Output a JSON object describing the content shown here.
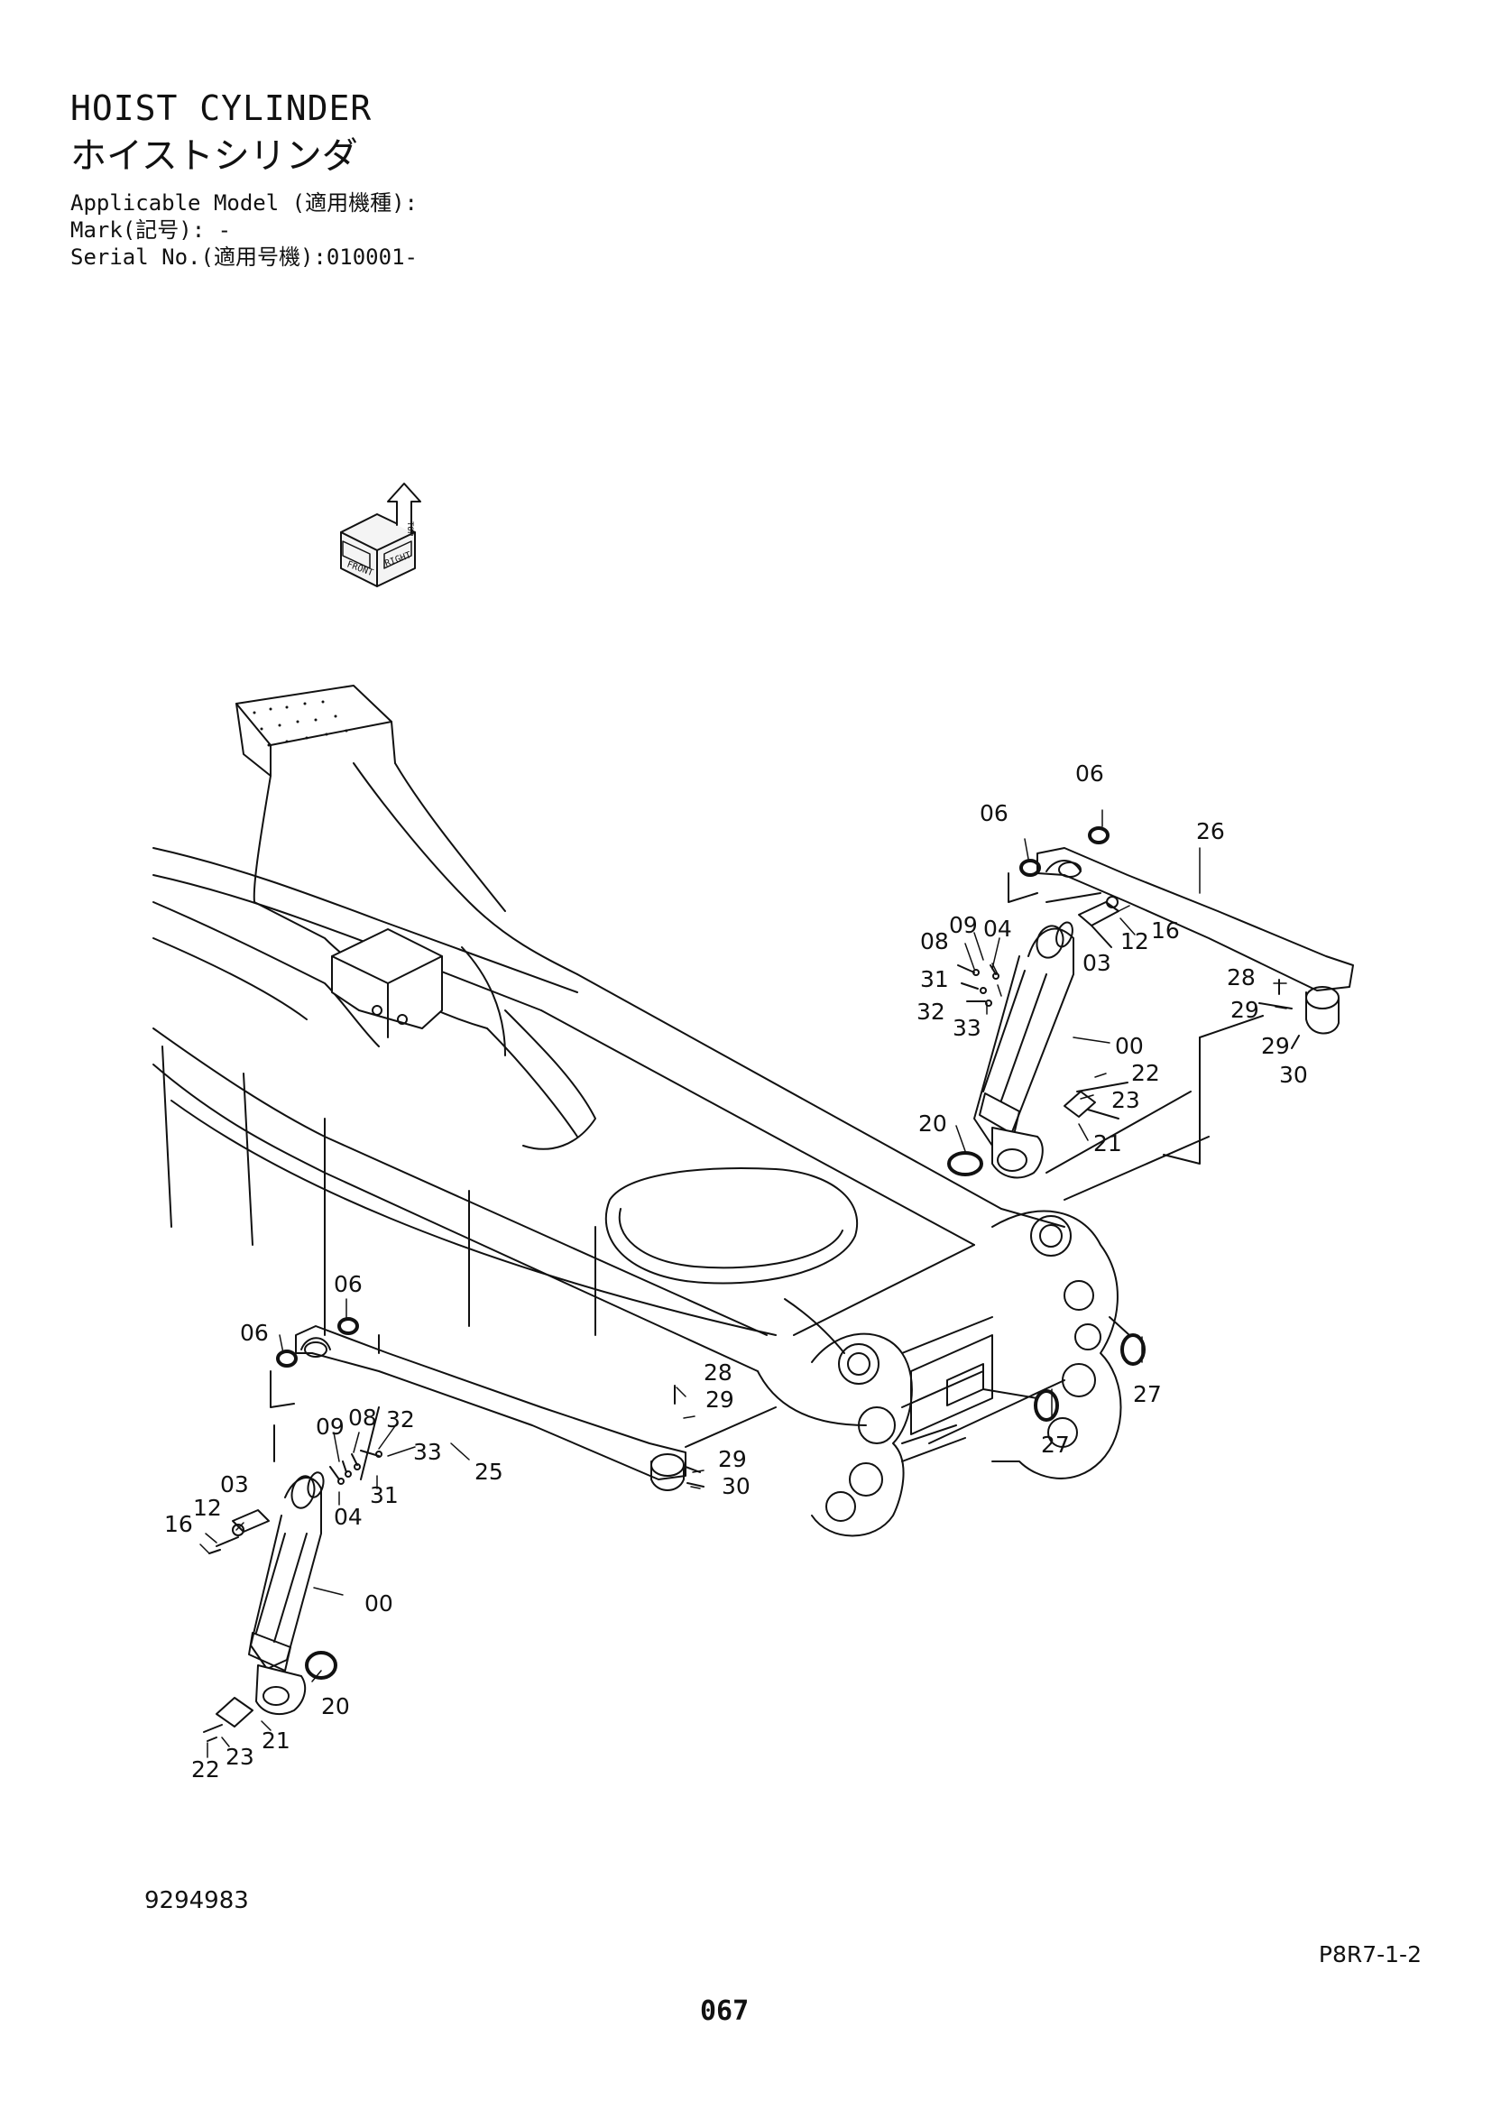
{
  "header": {
    "title_en": "HOIST CYLINDER",
    "title_jp": "ホイストシリンダ",
    "applicable_model": "Applicable Model (適用機種):",
    "mark": "Mark(記号): -",
    "serial": "Serial No.(適用号機):010001-"
  },
  "orientation_icon": {
    "labels": [
      "FRONT",
      "TOP",
      "RIGHT"
    ]
  },
  "callouts": [
    {
      "id": "c-06-r1",
      "text": "06"
    },
    {
      "id": "c-06-r2",
      "text": "06"
    },
    {
      "id": "c-26",
      "text": "26"
    },
    {
      "id": "c-08-r",
      "text": "08"
    },
    {
      "id": "c-09-r",
      "text": "09"
    },
    {
      "id": "c-04-r",
      "text": "04"
    },
    {
      "id": "c-12-r",
      "text": "12"
    },
    {
      "id": "c-16-r",
      "text": "16"
    },
    {
      "id": "c-03-r",
      "text": "03"
    },
    {
      "id": "c-31-r",
      "text": "31"
    },
    {
      "id": "c-32-r",
      "text": "32"
    },
    {
      "id": "c-33-r",
      "text": "33"
    },
    {
      "id": "c-28-r",
      "text": "28"
    },
    {
      "id": "c-29-r1",
      "text": "29"
    },
    {
      "id": "c-00-r",
      "text": "00"
    },
    {
      "id": "c-29-r2",
      "text": "29"
    },
    {
      "id": "c-30-r",
      "text": "30"
    },
    {
      "id": "c-22-r",
      "text": "22"
    },
    {
      "id": "c-23-r",
      "text": "23"
    },
    {
      "id": "c-20-r",
      "text": "20"
    },
    {
      "id": "c-21-r",
      "text": "21"
    },
    {
      "id": "c-06-l1",
      "text": "06"
    },
    {
      "id": "c-06-l2",
      "text": "06"
    },
    {
      "id": "c-28-l",
      "text": "28"
    },
    {
      "id": "c-29-l1",
      "text": "29"
    },
    {
      "id": "c-27-a",
      "text": "27"
    },
    {
      "id": "c-27-b",
      "text": "27"
    },
    {
      "id": "c-09-l",
      "text": "09"
    },
    {
      "id": "c-08-l",
      "text": "08"
    },
    {
      "id": "c-32-l",
      "text": "32"
    },
    {
      "id": "c-33-l",
      "text": "33"
    },
    {
      "id": "c-25",
      "text": "25"
    },
    {
      "id": "c-29-l2",
      "text": "29"
    },
    {
      "id": "c-30-l",
      "text": "30"
    },
    {
      "id": "c-03-l",
      "text": "03"
    },
    {
      "id": "c-12-l",
      "text": "12"
    },
    {
      "id": "c-16-l",
      "text": "16"
    },
    {
      "id": "c-31-l",
      "text": "31"
    },
    {
      "id": "c-04-l",
      "text": "04"
    },
    {
      "id": "c-00-l",
      "text": "00"
    },
    {
      "id": "c-20-l",
      "text": "20"
    },
    {
      "id": "c-21-l",
      "text": "21"
    },
    {
      "id": "c-23-l",
      "text": "23"
    },
    {
      "id": "c-22-l",
      "text": "22"
    }
  ],
  "footer": {
    "drawing_number": "9294983",
    "page_ref": "P8R7-1-2",
    "page_number": "067"
  }
}
